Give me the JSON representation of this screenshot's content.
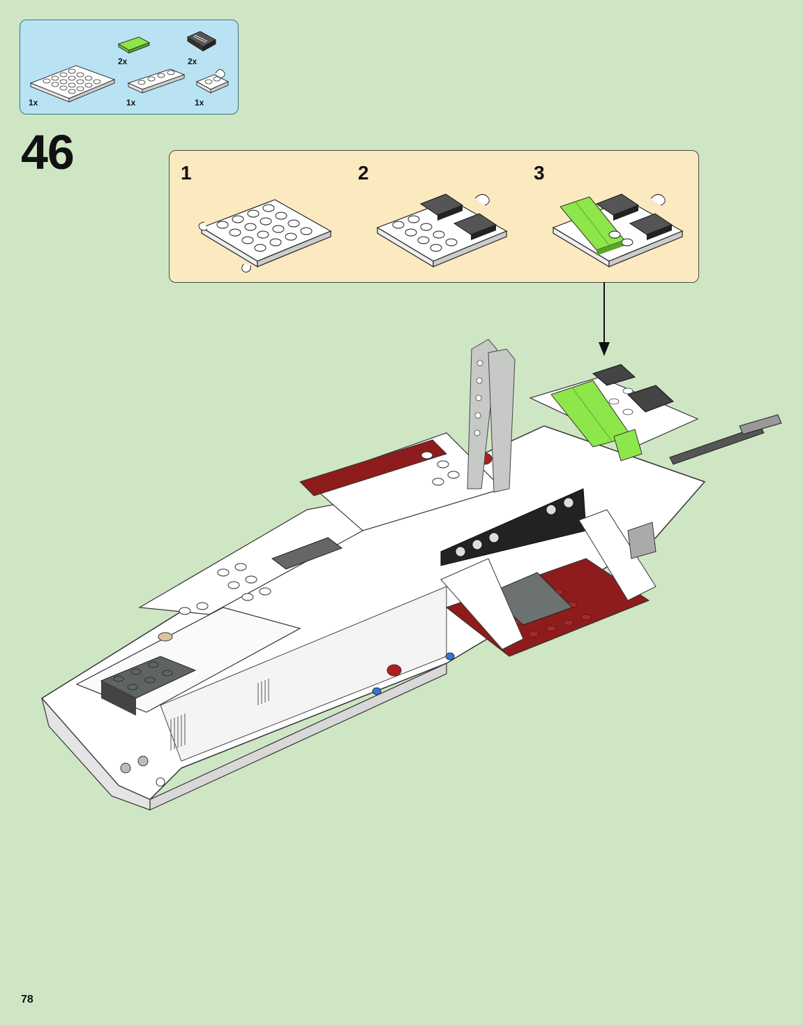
{
  "parts_list": {
    "items": [
      {
        "name": "white plate 4x6 with clips",
        "qty": "1x"
      },
      {
        "name": "lime green tile 1x2",
        "qty": "2x"
      },
      {
        "name": "white plate 1x4",
        "qty": "1x"
      },
      {
        "name": "dark grey slope with grille",
        "qty": "2x"
      },
      {
        "name": "white clip plate",
        "qty": "1x"
      }
    ]
  },
  "step": {
    "number": "46"
  },
  "sub_steps": [
    {
      "number": "1"
    },
    {
      "number": "2"
    },
    {
      "number": "3"
    }
  ],
  "page": {
    "number": "78"
  },
  "colors": {
    "background": "#cfe6c4",
    "parts_box": "#b9e3f3",
    "substep_box": "#fbe9c0",
    "lime": "#8de64a",
    "dark_red": "#8e1c1c"
  }
}
